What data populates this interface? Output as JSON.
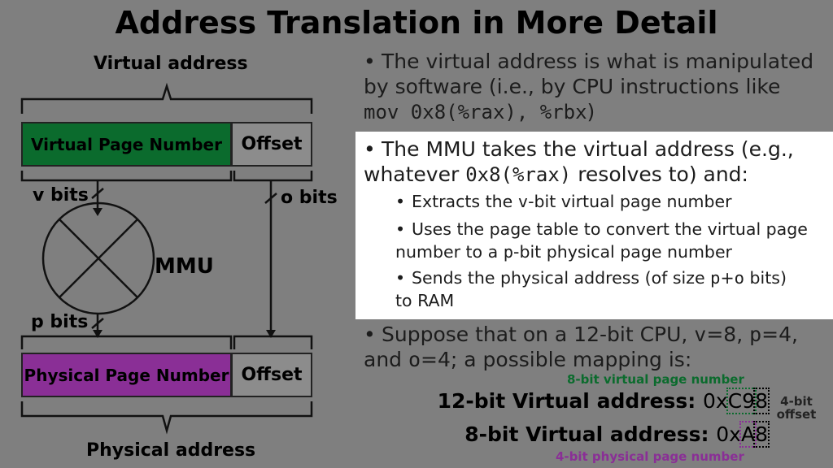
{
  "title": "Address Translation in More Detail",
  "diagram": {
    "virtual_address_label": "Virtual address",
    "virtual_page_number": "Virtual Page Number",
    "offset_top": "Offset",
    "v_bits": "v bits",
    "o_bits": "o bits",
    "mmu": "MMU",
    "p_bits": "p bits",
    "physical_page_number": "Physical Page Number",
    "offset_bottom": "Offset",
    "physical_address_label": "Physical address",
    "colors": {
      "vpn": "#0b6b2d",
      "ppn": "#8a2f96",
      "offset": "#8c8c8c",
      "background": "#7f7f7f"
    }
  },
  "bullets": {
    "b1": {
      "pre": "The virtual address is what is manipulated by software (i.e., by CPU instructions like ",
      "code": "mov 0x8(%rax), %rbx",
      "post": ")"
    },
    "b2": {
      "pre": "The MMU takes the virtual address (e.g., whatever ",
      "code": "0x8(%rax)",
      "post": " resolves to) and:"
    },
    "s1": {
      "pre": "Extracts the ",
      "v": "v",
      "post": "-bit virtual page number"
    },
    "s2": {
      "pre": "Uses the page table to convert the virtual page number to a ",
      "p": "p",
      "post": "-bit physical page number"
    },
    "s3": {
      "pre": "Sends the physical address (of size ",
      "pv": "p",
      "plus": "+",
      "ov": "o",
      "post": " bits) to RAM"
    },
    "b3": {
      "pre": "Suppose that on a 12-bit CPU, ",
      "v": "v",
      "vval": "=8, ",
      "p": "p",
      "pval": "=4, and ",
      "o": "o",
      "post": "=4; a possible mapping is:"
    }
  },
  "mapping": {
    "vpn_note": "8-bit virtual page number",
    "virtual_label": "12-bit Virtual address:",
    "virtual_prefix": "0x",
    "virtual_vpn": "C9",
    "virtual_offset": "8",
    "physical_label": "8-bit Virtual address:",
    "physical_prefix": "0x",
    "physical_ppn": "A",
    "physical_offset": "8",
    "offset_note_1": "4-bit",
    "offset_note_2": "offset",
    "ppn_note": "4-bit physical page number"
  }
}
